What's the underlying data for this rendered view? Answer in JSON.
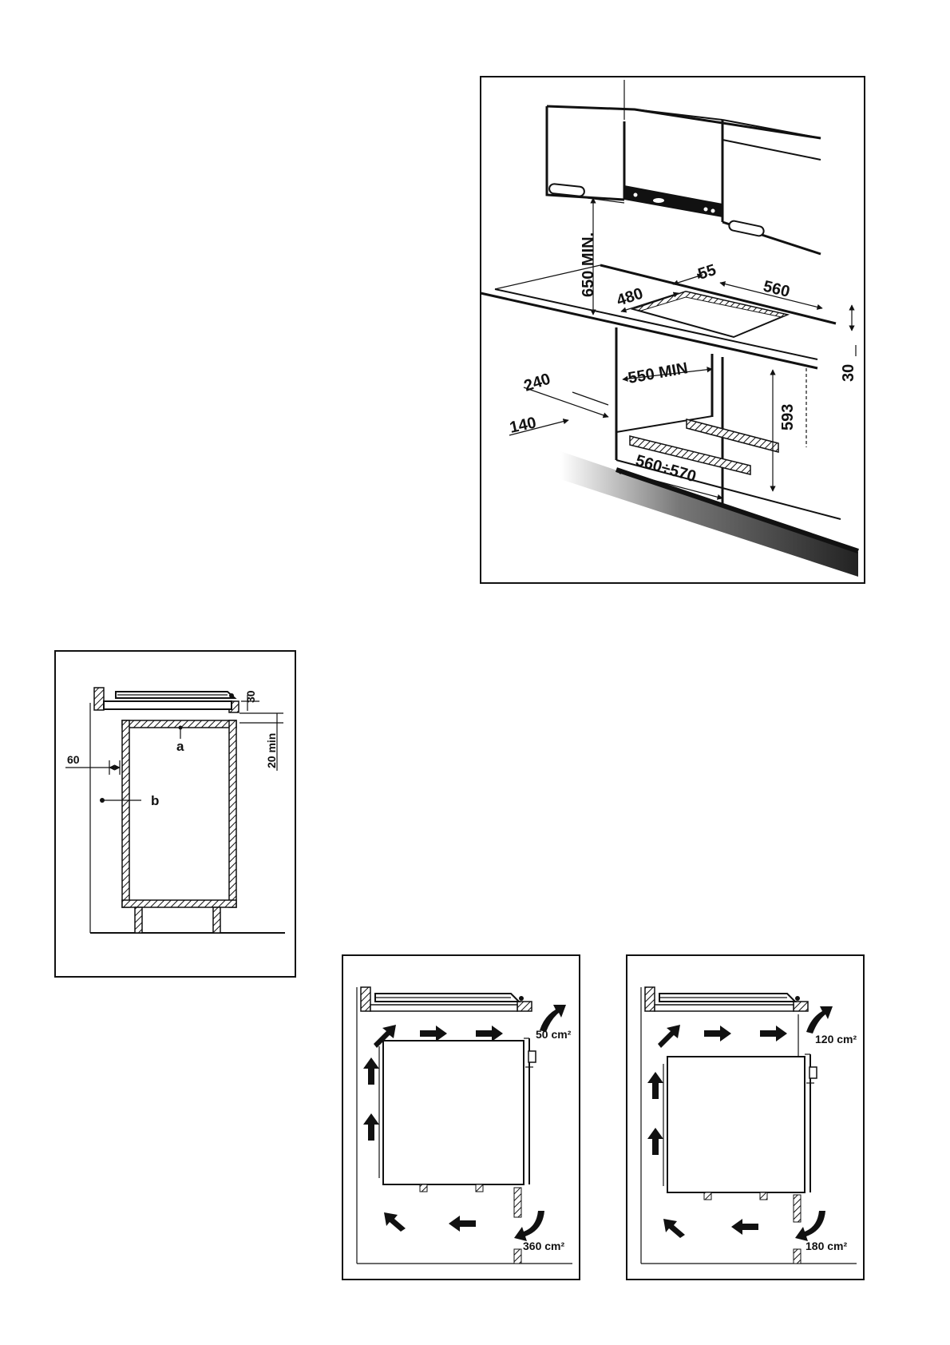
{
  "installation_diagram": {
    "dimensions": {
      "min_height": "650 MIN.",
      "d55": "55",
      "d480": "480",
      "d560": "560",
      "d30": "30",
      "d240": "240",
      "d550": "550 MIN",
      "d593": "593",
      "d140": "140",
      "d560_570": "560÷570"
    }
  },
  "cabinet_section": {
    "labels": {
      "d30": "30",
      "d20min": "20 min",
      "d60": "60",
      "a": "a",
      "b": "b"
    }
  },
  "ventilation_left": {
    "top_opening": "50 cm²",
    "bottom_opening": "360 cm²"
  },
  "ventilation_right": {
    "top_opening": "120 cm²",
    "bottom_opening": "180 cm²"
  },
  "colors": {
    "ink": "#111111",
    "paper": "#ffffff"
  }
}
